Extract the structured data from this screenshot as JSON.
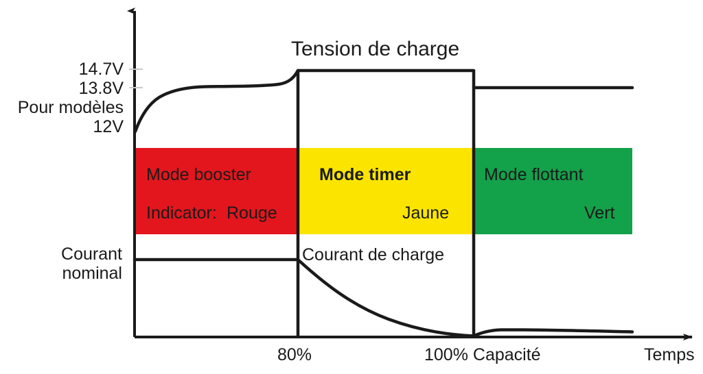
{
  "chart_data": {
    "type": "line",
    "title": "Tension de charge",
    "xlabel": "Temps",
    "ylabel": "",
    "grid": false,
    "legend": "none",
    "x_axis": {
      "label_right": "Temps",
      "tick_labels": [
        "80%",
        "100% Capacité"
      ],
      "tick_x_fraction": [
        0.29,
        0.68
      ],
      "arrow": true
    },
    "y_axis": {
      "tick_labels": [
        "14.7V",
        "13.8V",
        "12V"
      ],
      "note": "Pour modèles",
      "nominal_current_label": "Courant\nnominal",
      "arrow": true
    },
    "series": [
      {
        "name": "Tension de charge",
        "kind": "voltage",
        "points": [
          {
            "x": 0.0,
            "v": 12.0
          },
          {
            "x": 0.06,
            "v": 12.9
          },
          {
            "x": 0.12,
            "v": 13.45
          },
          {
            "x": 0.18,
            "v": 13.72
          },
          {
            "x": 0.24,
            "v": 13.8
          },
          {
            "x": 0.36,
            "v": 13.82
          },
          {
            "x": 0.46,
            "v": 13.9
          },
          {
            "x": 0.52,
            "v": 14.2
          },
          {
            "x": 0.56,
            "v": 14.55
          },
          {
            "x": 0.585,
            "v": 14.7
          },
          {
            "x": 0.68,
            "v": 14.7
          },
          {
            "x": 0.681,
            "v": 13.8
          },
          {
            "x": 1.0,
            "v": 13.8
          }
        ]
      },
      {
        "name": "Courant de charge",
        "kind": "current",
        "points": [
          {
            "x": 0.0,
            "i": 1.0
          },
          {
            "x": 0.585,
            "i": 1.0
          },
          {
            "x": 0.62,
            "i": 0.72
          },
          {
            "x": 0.66,
            "i": 0.5
          },
          {
            "x": 0.72,
            "i": 0.3
          },
          {
            "x": 0.79,
            "i": 0.16
          },
          {
            "x": 0.86,
            "i": 0.07
          },
          {
            "x": 0.92,
            "i": 0.02
          },
          {
            "x": 0.952,
            "i": 0.0
          },
          {
            "x": 0.962,
            "i": 0.055
          },
          {
            "x": 1.02,
            "i": 0.06
          },
          {
            "x": 1.3,
            "i": 0.045
          }
        ]
      }
    ],
    "annotations": [
      {
        "text": "Tension de charge",
        "role": "voltage-curve-title"
      },
      {
        "text": "Courant de charge",
        "role": "current-curve-label"
      }
    ],
    "bands": [
      {
        "id": "boost",
        "title": "Mode booster",
        "indicator_prefix": "Indicator:",
        "indicator_color_name": "Rouge",
        "color": "#E3161E",
        "x_start_fraction": 0.0,
        "x_end_fraction": 0.585
      },
      {
        "id": "timer",
        "title": "Mode timer",
        "indicator_prefix": "",
        "indicator_color_name": "Jaune",
        "color": "#FBE500",
        "x_start_fraction": 0.585,
        "x_end_fraction": 0.68
      },
      {
        "id": "float",
        "title": "Mode flottant",
        "indicator_prefix": "",
        "indicator_color_name": "Vert",
        "color": "#13A14A",
        "x_start_fraction": 0.68,
        "x_end_fraction": 1.0
      }
    ]
  },
  "labels": {
    "title": "Tension de charge",
    "v_high": "14.7V",
    "v_float": "13.8V",
    "models_note": "Pour modèles",
    "v_low": "12V",
    "nominal_line1": "Courant",
    "nominal_line2": "nominal",
    "current_curve": "Courant de charge",
    "tick_80": "80%",
    "tick_100": "100% Capacité",
    "time_axis": "Temps"
  },
  "bands": {
    "boost": {
      "title": "Mode booster",
      "indicator": "Indicator:",
      "color_name": "Rouge",
      "color": "#E3161E"
    },
    "timer": {
      "title": "Mode timer",
      "color_name": "Jaune",
      "color": "#FBE500"
    },
    "float": {
      "title": "Mode flottant",
      "color_name": "Vert",
      "color": "#13A14A"
    }
  },
  "colors": {
    "stroke": "#1a1a1a",
    "background": "#ffffff",
    "red": "#E3161E",
    "yellow": "#FBE500",
    "green": "#13A14A"
  }
}
